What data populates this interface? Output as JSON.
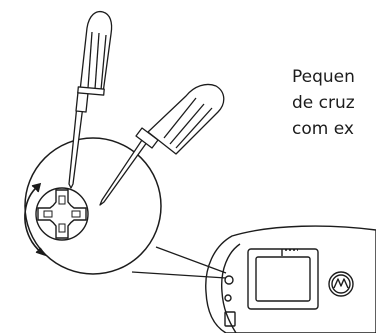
{
  "caption": {
    "lines": [
      "Pequen",
      "de cruz",
      "com ex"
    ]
  },
  "colors": {
    "ink": "#1c1c1c",
    "background": "#ffffff",
    "screw_head": "#ffffff"
  },
  "icons": {
    "tool_1": "phillips-screwdriver-icon",
    "tool_2": "flathead-screwdriver-icon",
    "magnified": "phillips-screw-head-icon",
    "device": "motorola-device-back-icon",
    "device_logo": "motorola-logo-icon"
  }
}
